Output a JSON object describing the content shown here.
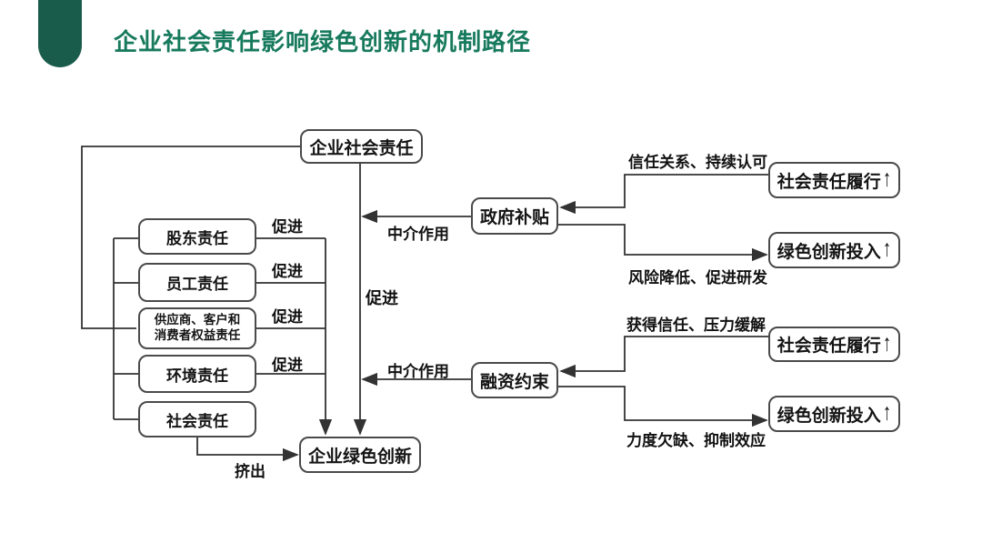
{
  "title": {
    "text": "企业社会责任影响绿色创新的机制路径"
  },
  "colors": {
    "title_green": "#177a5c",
    "tab_green": "#1a5c4b",
    "line_color": "#333333",
    "box_border": "#4a4a4a"
  },
  "diagram": {
    "nodes": {
      "csr": {
        "label": "企业社会责任"
      },
      "shareholder": {
        "label": "股东责任"
      },
      "employee": {
        "label": "员工责任"
      },
      "supplier": {
        "label_line1": "供应商、客户和",
        "label_line2": "消费者权益责任"
      },
      "environment": {
        "label": "环境责任"
      },
      "social": {
        "label": "社会责任"
      },
      "green_innovation": {
        "label": "企业绿色创新"
      },
      "gov_subsidy": {
        "label": "政府补贴"
      },
      "financing_constraint": {
        "label": "融资约束"
      },
      "sr_fulfill_top": {
        "label": "社会责任履行",
        "arrow": "↑"
      },
      "green_input_top": {
        "label": "绿色创新投入",
        "arrow": "↑"
      },
      "sr_fulfill_bottom": {
        "label": "社会责任履行",
        "arrow": "↑"
      },
      "green_input_bottom": {
        "label": "绿色创新投入",
        "arrow": "↑"
      }
    },
    "edge_labels": {
      "promote_shareholder": "促进",
      "promote_employee": "促进",
      "promote_supplier": "促进",
      "promote_environment": "促进",
      "crowd_out": "挤出",
      "mediation_top": "中介作用",
      "promote_main": "促进",
      "mediation_bottom": "中介作用",
      "trust_recognition": "信任关系、持续认可",
      "risk_reduction": "风险降低、促进研发",
      "gain_trust": "获得信任、压力缓解",
      "insufficient_suppress": "力度欠缺、抑制效应"
    },
    "edges": [
      {
        "from": "csr",
        "to": "supplier_group_bracket",
        "label": ""
      },
      {
        "from": "shareholder",
        "to": "green_innovation",
        "label": "促进"
      },
      {
        "from": "employee",
        "to": "green_innovation",
        "label": "促进"
      },
      {
        "from": "supplier",
        "to": "green_innovation",
        "label": "促进"
      },
      {
        "from": "environment",
        "to": "green_innovation",
        "label": "促进"
      },
      {
        "from": "social",
        "to": "green_innovation",
        "label": "挤出"
      },
      {
        "from": "csr",
        "to": "green_innovation",
        "label": "促进"
      },
      {
        "from": "gov_subsidy",
        "to": "csr_main_path",
        "label": "中介作用"
      },
      {
        "from": "financing_constraint",
        "to": "csr_main_path",
        "label": "中介作用"
      },
      {
        "from": "sr_fulfill_top",
        "to": "gov_subsidy",
        "label": "信任关系、持续认可"
      },
      {
        "from": "gov_subsidy",
        "to": "green_input_top",
        "label": "风险降低、促进研发"
      },
      {
        "from": "sr_fulfill_bottom",
        "to": "financing_constraint",
        "label": "获得信任、压力缓解"
      },
      {
        "from": "financing_constraint",
        "to": "green_input_bottom",
        "label": "力度欠缺、抑制效应"
      }
    ]
  }
}
